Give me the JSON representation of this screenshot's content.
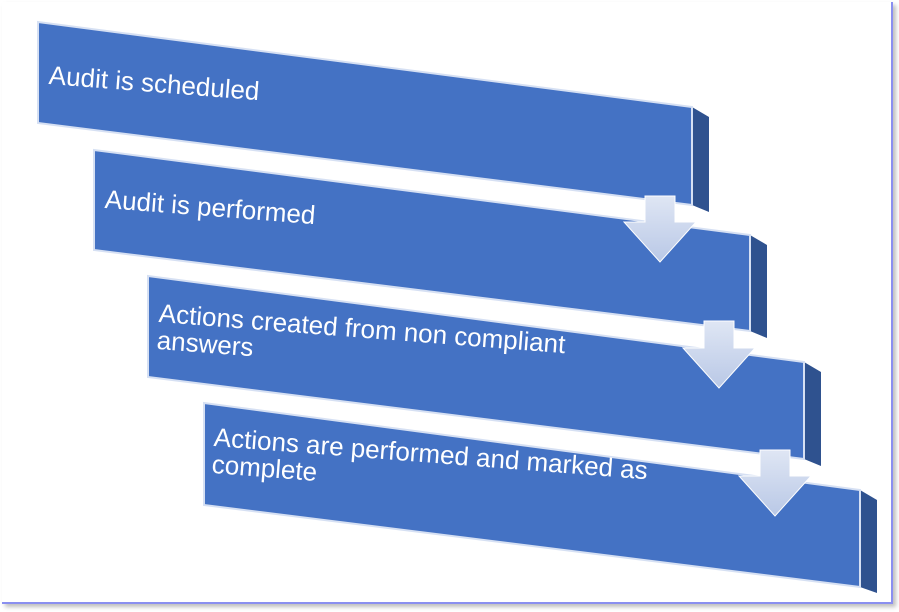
{
  "colors": {
    "box_fill": "#4472c4",
    "box_side": "#2f528f",
    "box_edge": "#d6e0f3",
    "arrow_fill": "#c7d3ea",
    "frame_border": "#8a8ff0"
  },
  "steps": [
    {
      "label": "Audit is scheduled"
    },
    {
      "label": "Audit is performed"
    },
    {
      "label_line1": "Actions created from non compliant",
      "label_line2": "answers"
    },
    {
      "label_line1": "Actions are performed and marked as",
      "label_line2": "complete"
    }
  ],
  "connectors": [
    {
      "icon": "down-arrow-icon"
    },
    {
      "icon": "down-arrow-icon"
    },
    {
      "icon": "down-arrow-icon"
    }
  ]
}
